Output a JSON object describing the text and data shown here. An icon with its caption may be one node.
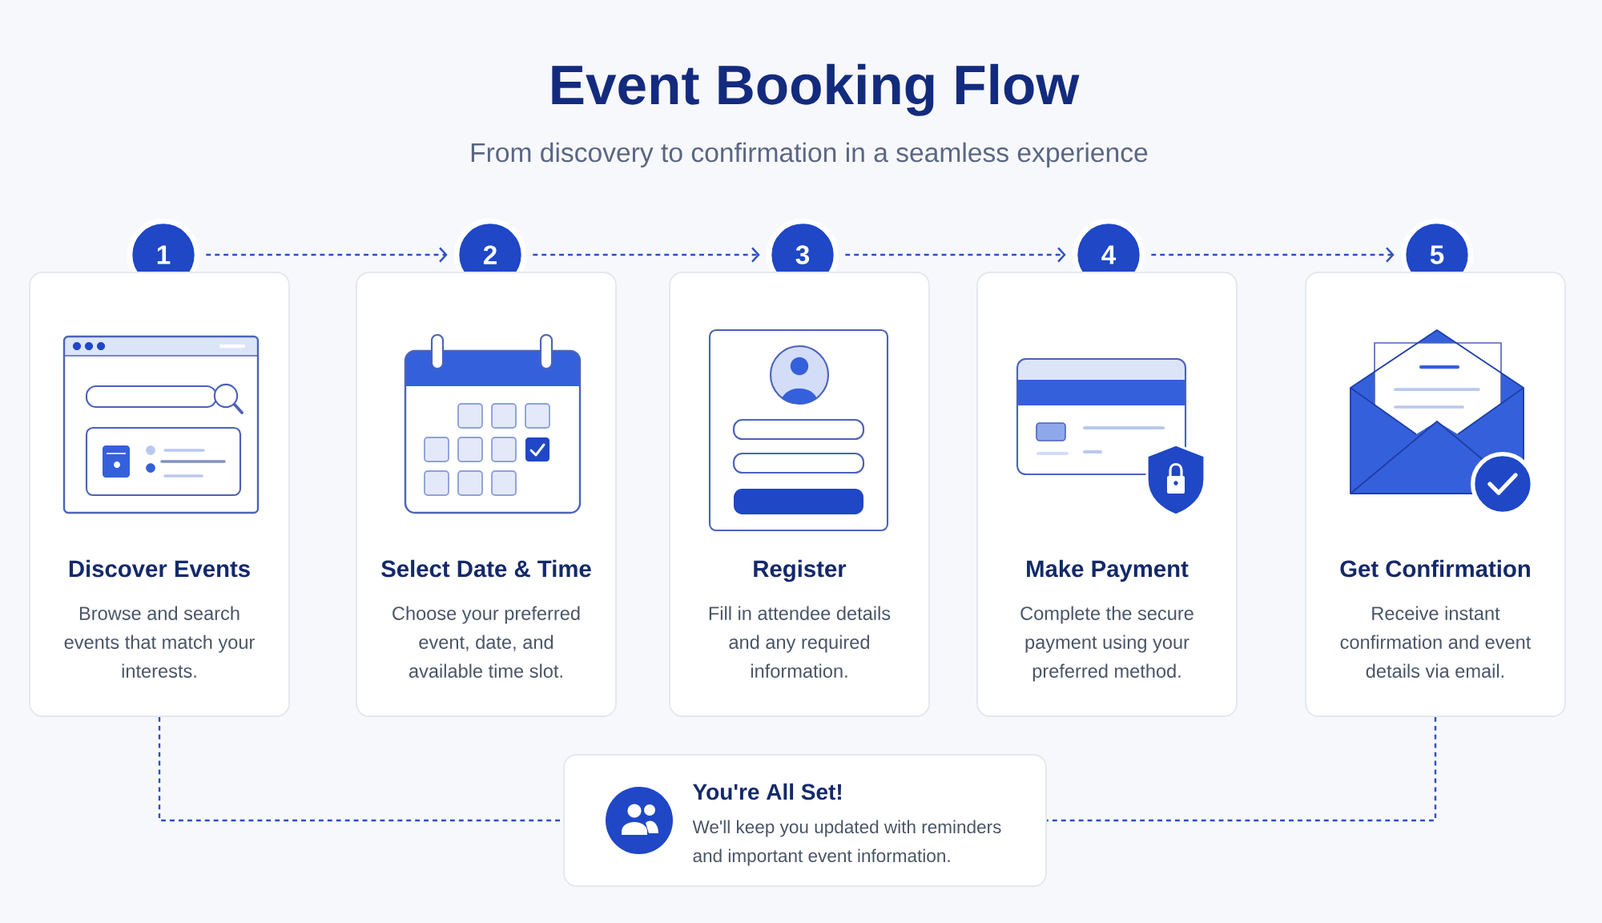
{
  "diagram": {
    "title": "Event Booking Flow",
    "nodes": [
      {
        "text": [
          "1"
        ]
      },
      {
        "text": [
          "Discover Events",
          "Browse and search events that match your interests."
        ]
      },
      {
        "text": [
          "2"
        ]
      },
      {
        "text": [
          "Select Date & Time",
          "Choose your preferred event, date, and available time slot."
        ]
      },
      {
        "text": [
          "3"
        ]
      },
      {
        "text": [
          "Register",
          "Fill in attendee details and any required information."
        ]
      },
      {
        "text": [
          "4"
        ]
      },
      {
        "text": [
          "Make Payment",
          "Complete the secure payment using your preferred method."
        ]
      },
      {
        "text": [
          "5"
        ]
      },
      {
        "text": [
          "Get Confirmation",
          "Receive instant confirmation and event details via email."
        ]
      },
      {
        "text": [
          "You're All Set!",
          "We'll keep you updated with reminders and important event information."
        ]
      }
    ],
    "edges": [
      {
        "from": 0,
        "to": 2,
        "arrow": "to",
        "style": "dashed"
      },
      {
        "from": 2,
        "to": 4,
        "arrow": "to",
        "style": "dashed"
      },
      {
        "from": 4,
        "to": 6,
        "arrow": "to",
        "style": "dashed"
      },
      {
        "from": 6,
        "to": 8,
        "arrow": "to",
        "style": "dashed"
      },
      {
        "from": 1,
        "to": 10,
        "arrow": "none",
        "style": "dashed"
      },
      {
        "from": 9,
        "to": 10,
        "arrow": "none",
        "style": "dashed"
      }
    ],
    "labels": [
      "From discovery to confirmation in a seamless experience"
    ]
  }
}
